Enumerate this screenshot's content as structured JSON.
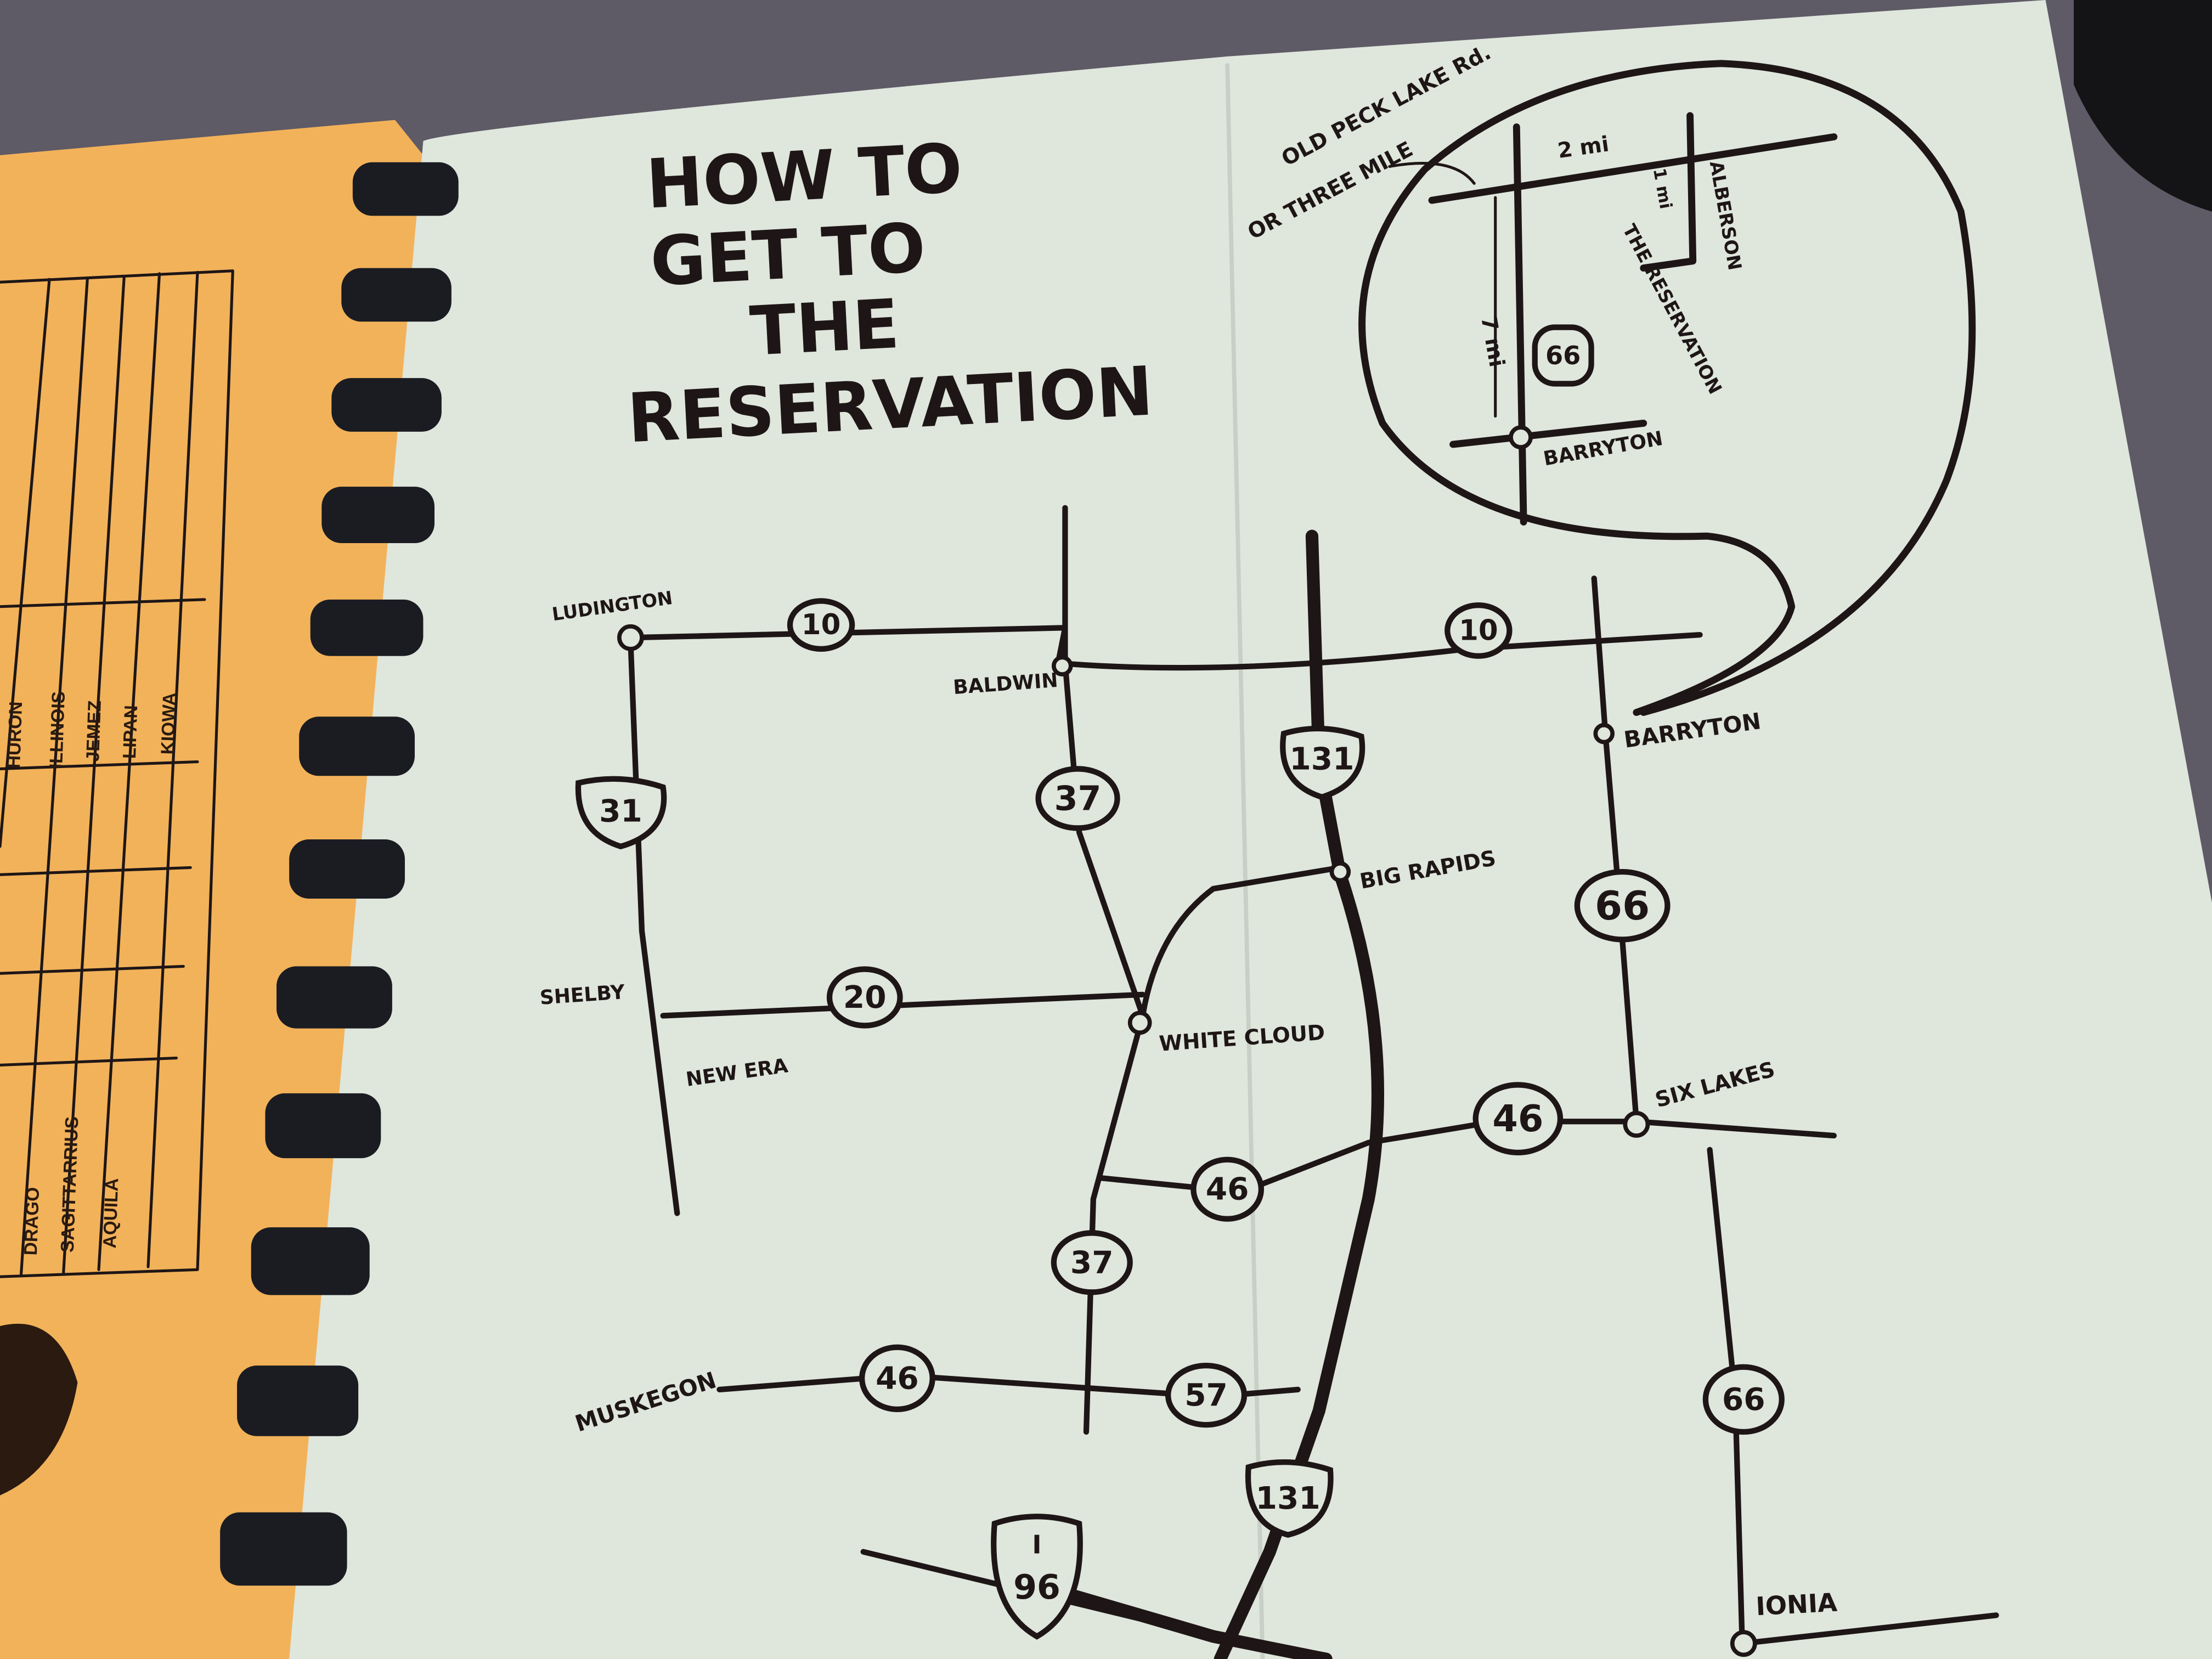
{
  "title": "HOW TO GET TO THE RESERVATION",
  "title_lines": [
    "HOW TO",
    "GET TO",
    "THE",
    "RESERVATION"
  ],
  "inset": {
    "road_name_1": "OLD PECK LAKE Rd.",
    "road_name_2": "OR THREE MILE",
    "dist_east": "2 mi",
    "dist_south": "1 mi",
    "dist_north": "7 mi",
    "side_road": "ALBERSON",
    "destination": "THE RESERVATION",
    "route": "66",
    "town": "BARRYTON"
  },
  "main_map": {
    "towns": {
      "ludington": "LUDINGTON",
      "baldwin": "BALDWIN",
      "barryton": "BARRYTON",
      "big_rapids": "BIG RAPIDS",
      "shelby": "SHELBY",
      "new_era": "NEW ERA",
      "white_cloud": "WHITE CLOUD",
      "six_lakes": "SIX LAKES",
      "muskegon": "MUSKEGON",
      "ionia": "IONIA"
    },
    "routes": {
      "r10a": "10",
      "r10b": "10",
      "r131a": "131",
      "r131b": "131",
      "r31": "31",
      "r37a": "37",
      "r37b": "37",
      "r66a": "66",
      "r66b": "66",
      "r20": "20",
      "r46a": "46",
      "r46b": "46",
      "r46c": "46",
      "r57": "57",
      "i96_prefix": "I",
      "i96": "96"
    }
  },
  "left_page": {
    "table_top": [
      "HURON",
      "ILLINOIS",
      "JEMEZ",
      "LIPAN",
      "KIOWA"
    ],
    "table_bottom": [
      "DRAGO",
      "SAGITTARRIUS",
      "AQUILA"
    ]
  },
  "colors": {
    "paper": "#dfe6dc",
    "cover": "#f2b25a",
    "ink": "#1e1616",
    "binding": "#1a1c22",
    "desk": "#5e5a66"
  }
}
